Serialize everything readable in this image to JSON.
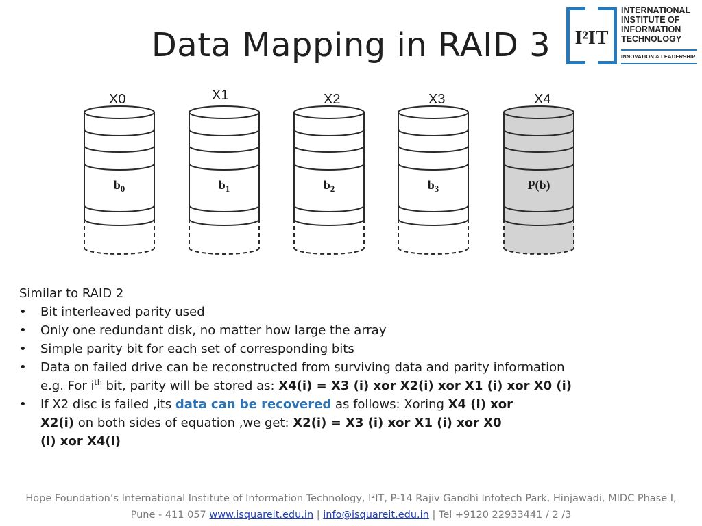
{
  "slide": {
    "title": "Data Mapping in RAID 3"
  },
  "logo": {
    "mark_text": "I²IT",
    "lines": [
      "INTERNATIONAL",
      "INSTITUTE OF",
      "INFORMATION",
      "TECHNOLOGY"
    ],
    "tagline": "INNOVATION & LEADERSHIP",
    "colors": {
      "blue": "#2a79b8",
      "dark": "#222222"
    }
  },
  "disks": [
    {
      "label": "X0",
      "block": "b0",
      "shaded": false
    },
    {
      "label": "X1",
      "block": "b1",
      "shaded": false
    },
    {
      "label": "X2",
      "block": "b2",
      "shaded": false
    },
    {
      "label": "X3",
      "block": "b3",
      "shaded": false
    },
    {
      "label": "X4",
      "block": "P(b)",
      "shaded": true
    }
  ],
  "text": {
    "intro": "Similar to RAID 2",
    "bullet_symbol": "•",
    "bullets": [
      "Bit interleaved parity used",
      "Only one redundant disk, no matter how large the array",
      "Simple parity bit for each set of corresponding bits",
      "Data on failed drive can be reconstructed from surviving data and parity  information"
    ],
    "eg_prefix": "e.g. For i",
    "eg_sup": "th",
    "eg_mid": " bit, parity will be stored as: ",
    "eg_formula": "X4(i) = X3 (i) xor X2(i) xor X1 (i) xor X0 (i)",
    "last_bullet": {
      "part1": "If X2 disc is failed ,its ",
      "highlight": "data can be recovered",
      "part2": " as follows:  Xoring ",
      "bold1": "X4 (i) xor",
      "bold2": "X2(i)",
      "part3": " on both sides of equation ,we get:  ",
      "bold3": "X2(i) = X3 (i) xor X1 (i) xor X0",
      "bold4": "(i) xor  X4(i)"
    }
  },
  "footer": {
    "line1": "Hope Foundation’s International Institute of Information Technology, I²IT, P-14 Rajiv Gandhi Infotech Park, Hinjawadi,  MIDC Phase I,",
    "line2_prefix": "Pune - 411 057  ",
    "website": "www.isquareit.edu.in",
    "sep1": " | ",
    "email": "info@isquareit.edu.in",
    "line2_suffix": "  | Tel +9120 22933441 / 2 /3"
  },
  "colors": {
    "shaded_disk": "#d3d3d3",
    "disk_stroke": "#2a2a2a",
    "highlight_blue": "#2e74b5",
    "link_blue": "#1f3fb8",
    "footer_gray": "#7a7a7a"
  }
}
